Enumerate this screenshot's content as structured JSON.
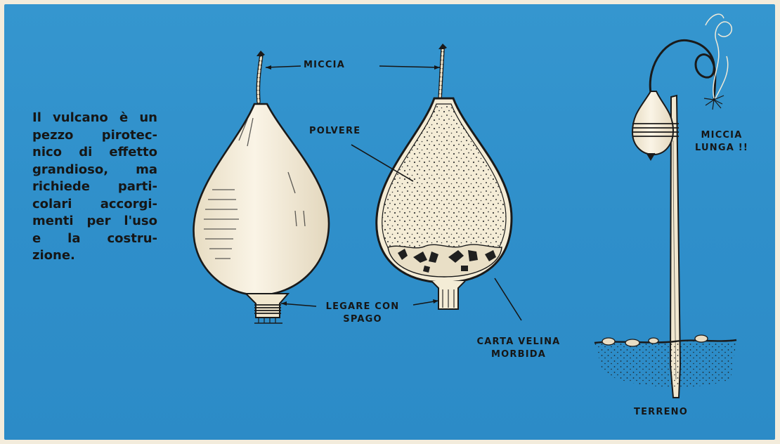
{
  "caption_lines": [
    "Il vulcano è un",
    "pezzo pirotec-",
    "nico di effetto",
    "grandioso, ma",
    "richiede parti-",
    "colari accorgi-",
    "menti per l'uso",
    "e la costru-",
    "zione."
  ],
  "labels": {
    "miccia": "MICCIA",
    "polvere": "POLVERE",
    "legare_1": "LEGARE CON",
    "legare_2": "SPAGO",
    "carta_1": "CARTA VELINA",
    "carta_2": "MORBIDA",
    "miccia_lunga_1": "MICCIA",
    "miccia_lunga_2": "LUNGA !!",
    "terreno": "TERRENO"
  },
  "colors": {
    "background": "#2f8fca",
    "paper": "#f4ecd6",
    "ink": "#161616"
  }
}
